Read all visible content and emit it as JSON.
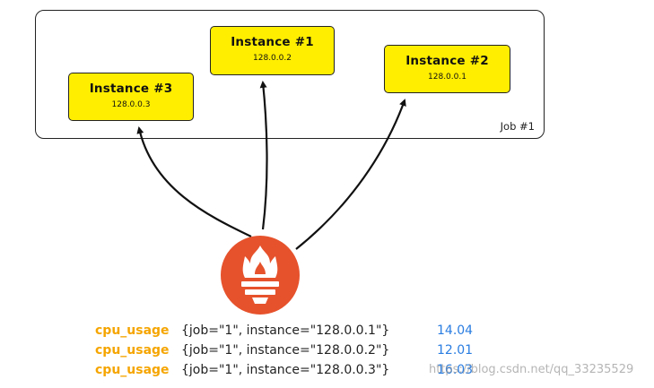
{
  "job": {
    "label": "Job #1"
  },
  "instances": [
    {
      "name": "Instance #1",
      "ip": "128.0.0.2"
    },
    {
      "name": "Instance #2",
      "ip": "128.0.0.1"
    },
    {
      "name": "Instance #3",
      "ip": "128.0.0.3"
    }
  ],
  "metrics": [
    {
      "name": "cpu_usage",
      "labels": "{job=\"1\", instance=\"128.0.0.1\"}",
      "value": "14.04"
    },
    {
      "name": "cpu_usage",
      "labels": "{job=\"1\", instance=\"128.0.0.2\"}",
      "value": "12.01"
    },
    {
      "name": "cpu_usage",
      "labels": "{job=\"1\", instance=\"128.0.0.3\"}",
      "value": "16.03"
    }
  ],
  "watermark": "https://blog.csdn.net/qq_33235529",
  "colors": {
    "instance_fill": "#ffee00",
    "logo": "#e6522c",
    "metric_name": "#f5a500",
    "metric_value": "#2a7de1"
  }
}
